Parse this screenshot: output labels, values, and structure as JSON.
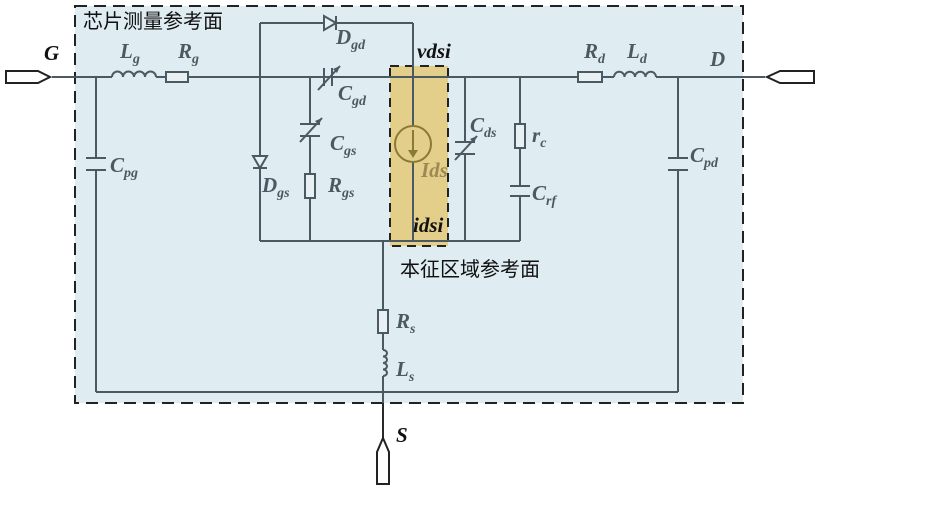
{
  "regions": {
    "chip_plane": "芯片测量参考面",
    "intrinsic_plane": "本征区域参考面"
  },
  "ports": {
    "gate": "G",
    "drain": "D",
    "source": "S"
  },
  "nodes": {
    "vdsi": "vdsi",
    "idsi": "idsi"
  },
  "components": {
    "Lg": {
      "main": "L",
      "sub": "g"
    },
    "Rg": {
      "main": "R",
      "sub": "g"
    },
    "Cpg": {
      "main": "C",
      "sub": "pg"
    },
    "Dgd": {
      "main": "D",
      "sub": "gd"
    },
    "Cgd": {
      "main": "C",
      "sub": "gd"
    },
    "Cgs": {
      "main": "C",
      "sub": "gs"
    },
    "Dgs": {
      "main": "D",
      "sub": "gs"
    },
    "Rgs": {
      "main": "R",
      "sub": "gs"
    },
    "Ids": {
      "main": "Ids"
    },
    "Cds": {
      "main": "C",
      "sub": "ds"
    },
    "rc": {
      "main": "r",
      "sub": "c"
    },
    "Crf": {
      "main": "C",
      "sub": "rf"
    },
    "Rd": {
      "main": "R",
      "sub": "d"
    },
    "Ld": {
      "main": "L",
      "sub": "d"
    },
    "Cpd": {
      "main": "C",
      "sub": "pd"
    },
    "Rs": {
      "main": "R",
      "sub": "s"
    },
    "Ls": {
      "main": "L",
      "sub": "s"
    }
  },
  "colors": {
    "panel_fill": "#dfecf1",
    "wire": "#4a5a62",
    "intrinsic_fill": "#e4cf8a",
    "current_source": "#8a7a38"
  }
}
